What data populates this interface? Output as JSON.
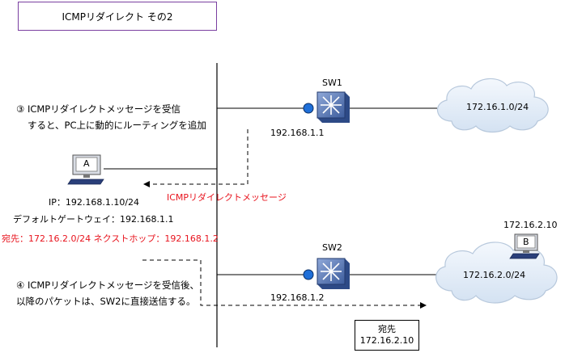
{
  "title": "ICMPリダイレクト その2",
  "sw1": {
    "label": "SW1",
    "ip": "192.168.1.1"
  },
  "sw2": {
    "label": "SW2",
    "ip": "192.168.1.2"
  },
  "cloud1": {
    "label": "172.16.1.0/24"
  },
  "cloud2": {
    "label": "172.16.2.0/24"
  },
  "pc_a": {
    "label": "A",
    "ip": "IP：192.168.1.10/24",
    "gateway": "デフォルトゲートウェイ：192.168.1.1"
  },
  "pc_b": {
    "label": "B",
    "ip": "172.16.2.10"
  },
  "route_entry": "宛先：172.16.2.0/24 ネクストホップ：192.168.1.2",
  "redirect_message": "ICMPリダイレクトメッセージ",
  "step3": {
    "line1": "③ ICMPリダイレクトメッセージを受信",
    "line2": "すると、PC上に動的にルーティングを追加"
  },
  "step4": {
    "line1": "④ ICMPリダイレクトメッセージを受信後、",
    "line2": "以降のパケットは、SW2に直接送信する。"
  },
  "destination": {
    "label": "宛先",
    "ip": "172.16.2.10"
  },
  "colors": {
    "accent_red": "#e8141e",
    "switch_blue": "#4a6fb0",
    "cloud": "#e2ecf7",
    "port_blue": "#1f6fd8",
    "title_border": "#7a3fa0"
  }
}
